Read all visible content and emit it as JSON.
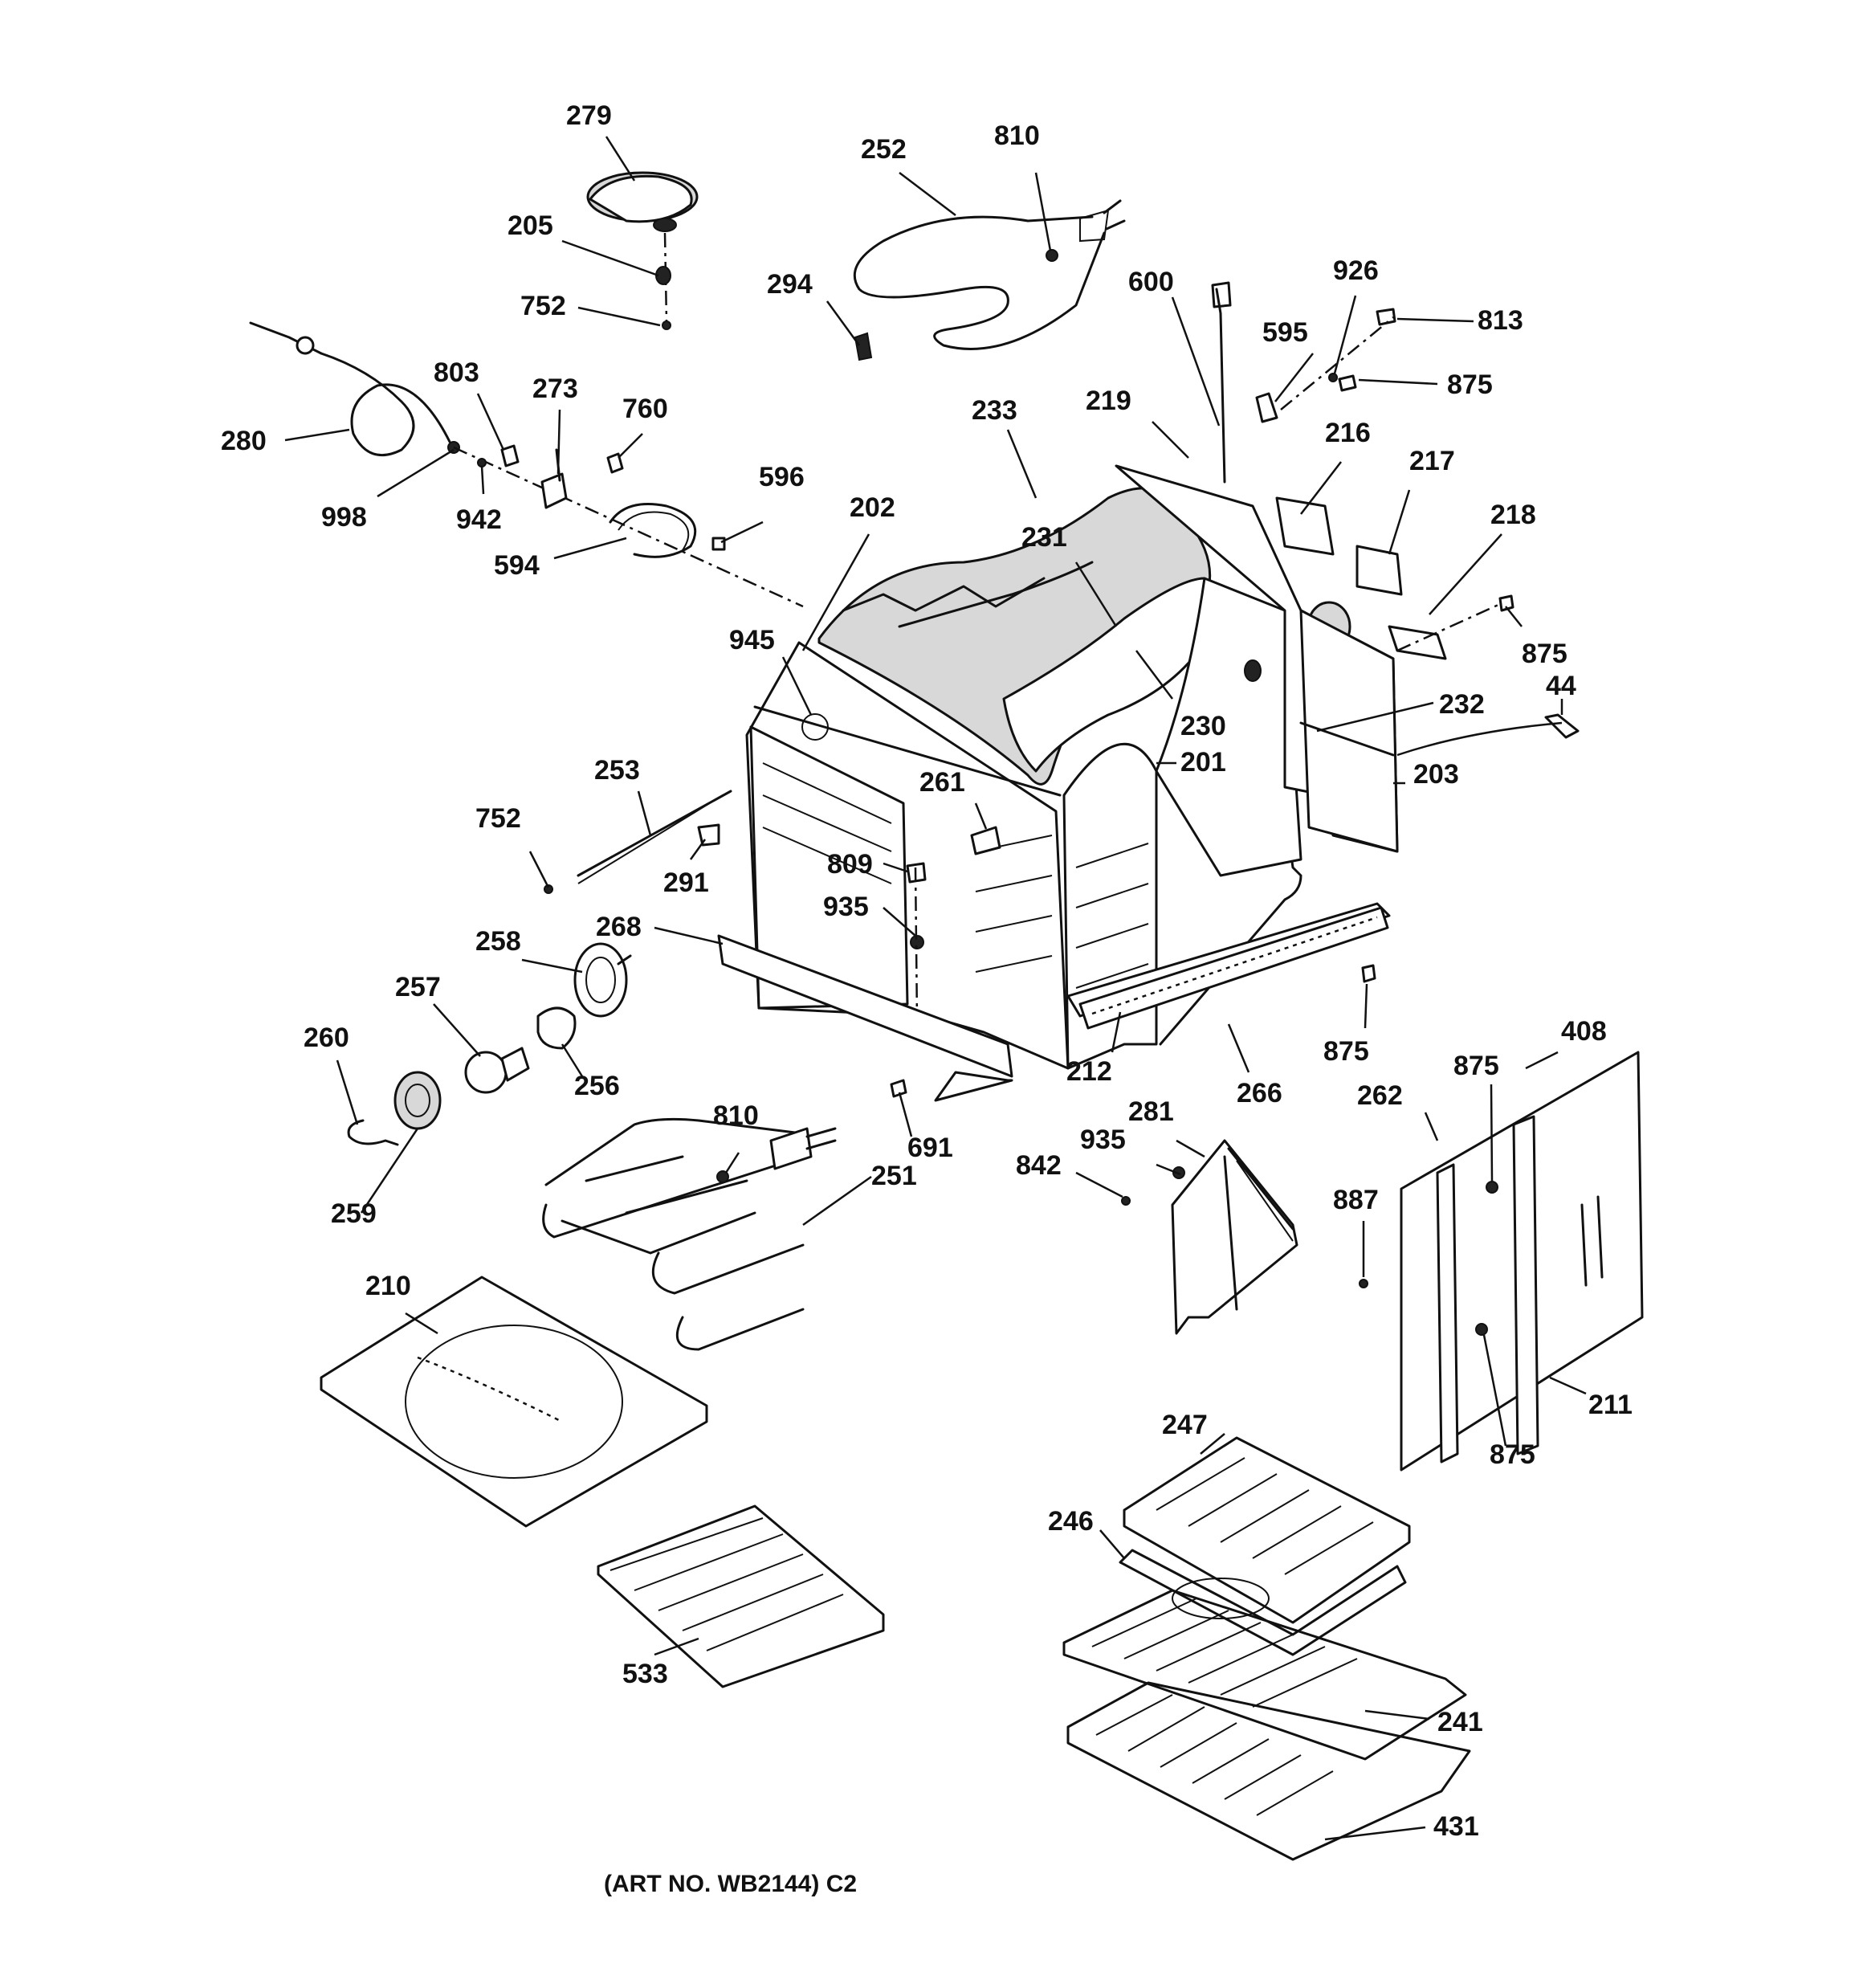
{
  "diagram": {
    "caption": "(ART NO. WB2144) C2",
    "callouts": [
      {
        "id": "c279",
        "text": "279"
      },
      {
        "id": "c252",
        "text": "252"
      },
      {
        "id": "c810a",
        "text": "810"
      },
      {
        "id": "c205",
        "text": "205"
      },
      {
        "id": "c294",
        "text": "294"
      },
      {
        "id": "c752a",
        "text": "752"
      },
      {
        "id": "c600",
        "text": "600"
      },
      {
        "id": "c926",
        "text": "926"
      },
      {
        "id": "c813",
        "text": "813"
      },
      {
        "id": "c595",
        "text": "595"
      },
      {
        "id": "c875a",
        "text": "875"
      },
      {
        "id": "c803",
        "text": "803"
      },
      {
        "id": "c273",
        "text": "273"
      },
      {
        "id": "c760",
        "text": "760"
      },
      {
        "id": "c233",
        "text": "233"
      },
      {
        "id": "c219",
        "text": "219"
      },
      {
        "id": "c216",
        "text": "216"
      },
      {
        "id": "c280",
        "text": "280"
      },
      {
        "id": "c217",
        "text": "217"
      },
      {
        "id": "c596",
        "text": "596"
      },
      {
        "id": "c998",
        "text": "998"
      },
      {
        "id": "c942",
        "text": "942"
      },
      {
        "id": "c202",
        "text": "202"
      },
      {
        "id": "c218",
        "text": "218"
      },
      {
        "id": "c231",
        "text": "231"
      },
      {
        "id": "c594",
        "text": "594"
      },
      {
        "id": "c875b",
        "text": "875"
      },
      {
        "id": "c945",
        "text": "945"
      },
      {
        "id": "c44",
        "text": "44"
      },
      {
        "id": "c232",
        "text": "232"
      },
      {
        "id": "c230",
        "text": "230"
      },
      {
        "id": "c201",
        "text": "201"
      },
      {
        "id": "c203",
        "text": "203"
      },
      {
        "id": "c253",
        "text": "253"
      },
      {
        "id": "c261",
        "text": "261"
      },
      {
        "id": "c752b",
        "text": "752"
      },
      {
        "id": "c809",
        "text": "809"
      },
      {
        "id": "c291",
        "text": "291"
      },
      {
        "id": "c935a",
        "text": "935"
      },
      {
        "id": "c268",
        "text": "268"
      },
      {
        "id": "c258",
        "text": "258"
      },
      {
        "id": "c257",
        "text": "257"
      },
      {
        "id": "c408",
        "text": "408"
      },
      {
        "id": "c875c",
        "text": "875"
      },
      {
        "id": "c260",
        "text": "260"
      },
      {
        "id": "c212",
        "text": "212"
      },
      {
        "id": "c875d",
        "text": "875"
      },
      {
        "id": "c256",
        "text": "256"
      },
      {
        "id": "c266",
        "text": "266"
      },
      {
        "id": "c262",
        "text": "262"
      },
      {
        "id": "c810b",
        "text": "810"
      },
      {
        "id": "c281",
        "text": "281"
      },
      {
        "id": "c691",
        "text": "691"
      },
      {
        "id": "c935b",
        "text": "935"
      },
      {
        "id": "c842",
        "text": "842"
      },
      {
        "id": "c251",
        "text": "251"
      },
      {
        "id": "c887",
        "text": "887"
      },
      {
        "id": "c259",
        "text": "259"
      },
      {
        "id": "c210",
        "text": "210"
      },
      {
        "id": "c211",
        "text": "211"
      },
      {
        "id": "c247",
        "text": "247"
      },
      {
        "id": "c875e",
        "text": "875"
      },
      {
        "id": "c246",
        "text": "246"
      },
      {
        "id": "c533",
        "text": "533"
      },
      {
        "id": "c241",
        "text": "241"
      },
      {
        "id": "c431",
        "text": "431"
      }
    ]
  }
}
